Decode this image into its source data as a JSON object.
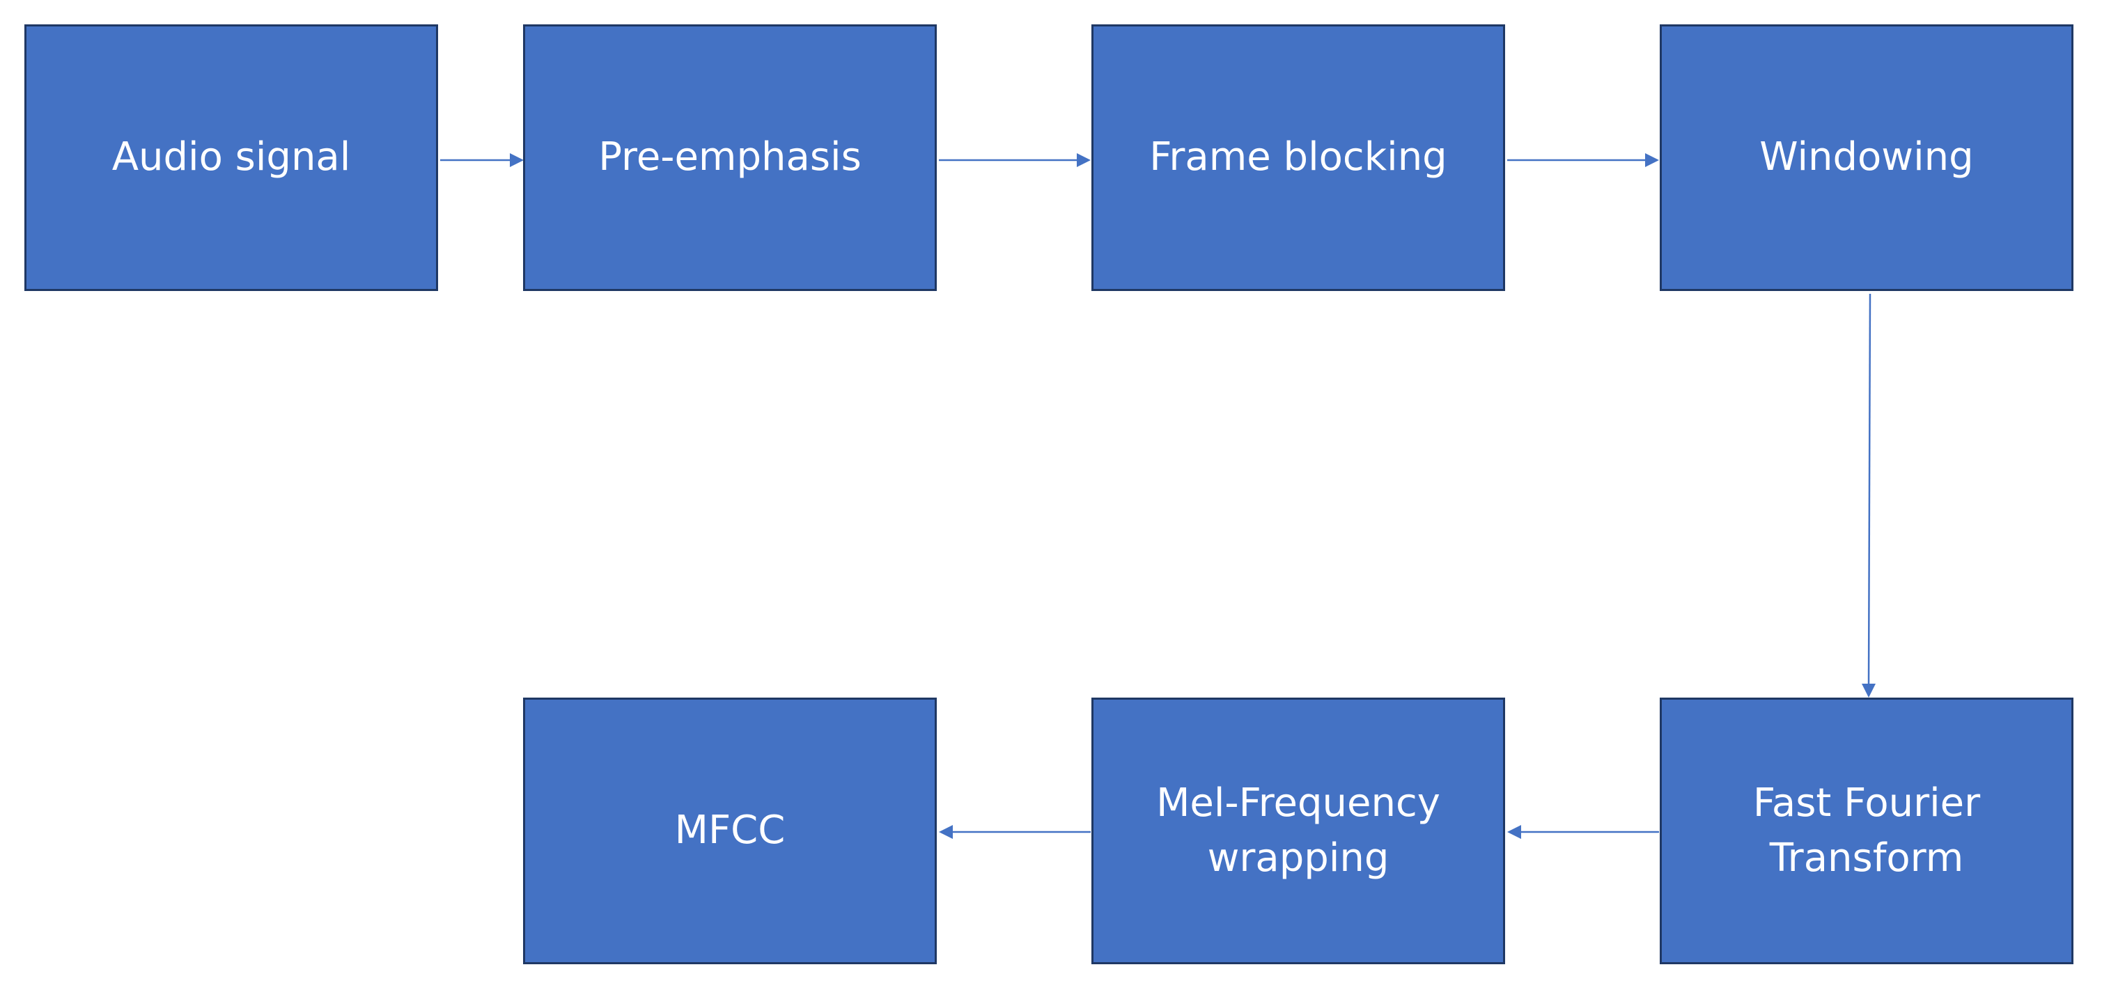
{
  "diagram": {
    "nodes": [
      {
        "id": "audio-signal",
        "label": "Audio signal"
      },
      {
        "id": "pre-emphasis",
        "label": "Pre-emphasis"
      },
      {
        "id": "frame-blocking",
        "label": "Frame blocking"
      },
      {
        "id": "windowing",
        "label": "Windowing"
      },
      {
        "id": "fft",
        "label": "Fast Fourier\nTransform"
      },
      {
        "id": "mel-wrapping",
        "label": "Mel-Frequency\nwrapping"
      },
      {
        "id": "mfcc",
        "label": "MFCC"
      }
    ],
    "edges": [
      {
        "from": "audio-signal",
        "to": "pre-emphasis"
      },
      {
        "from": "pre-emphasis",
        "to": "frame-blocking"
      },
      {
        "from": "frame-blocking",
        "to": "windowing"
      },
      {
        "from": "windowing",
        "to": "fft"
      },
      {
        "from": "fft",
        "to": "mel-wrapping"
      },
      {
        "from": "mel-wrapping",
        "to": "mfcc"
      }
    ],
    "colors": {
      "box_fill": "#4472c4",
      "box_border": "#1f3864",
      "label": "#ffffff",
      "connector": "#4472c4"
    }
  }
}
